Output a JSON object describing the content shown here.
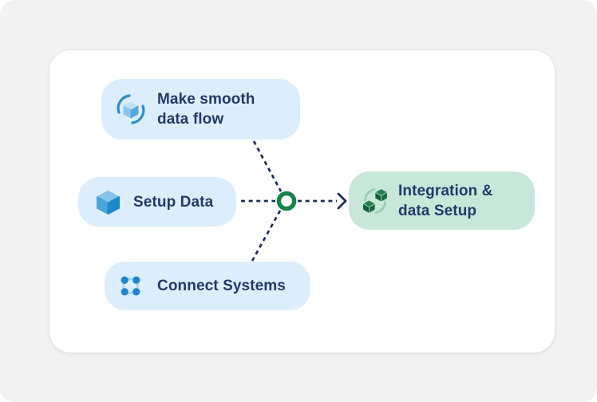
{
  "colors": {
    "page_bg": "#F2F2F4",
    "card_bg": "#FFFFFF",
    "node_blue_bg": "#DCEEFB",
    "node_green_bg": "#C9E7D8",
    "text_navy": "#24396B",
    "connector_navy": "#1C2E57",
    "hub_ring_green": "#15834B",
    "icon_blue": "#1E88CD",
    "icon_light_blue": "#A9D6F2",
    "icon_dark_green": "#176B42",
    "icon_light_green": "#9BCFB3"
  },
  "nodes": {
    "make_smooth": {
      "line1": "Make smooth",
      "line2": "data flow",
      "icon": "sync-cube-icon"
    },
    "setup_data": {
      "label": "Setup Data",
      "icon": "cube-icon"
    },
    "connect_systems": {
      "label": "Connect Systems",
      "icon": "connected-nodes-icon"
    },
    "integration": {
      "line1": "Integration &",
      "line2": "data Setup",
      "icon": "integration-sync-cubes-icon"
    }
  },
  "connector": {
    "style": "dashed",
    "hub": "green-ring-circle",
    "arrow": "right-chevron"
  }
}
